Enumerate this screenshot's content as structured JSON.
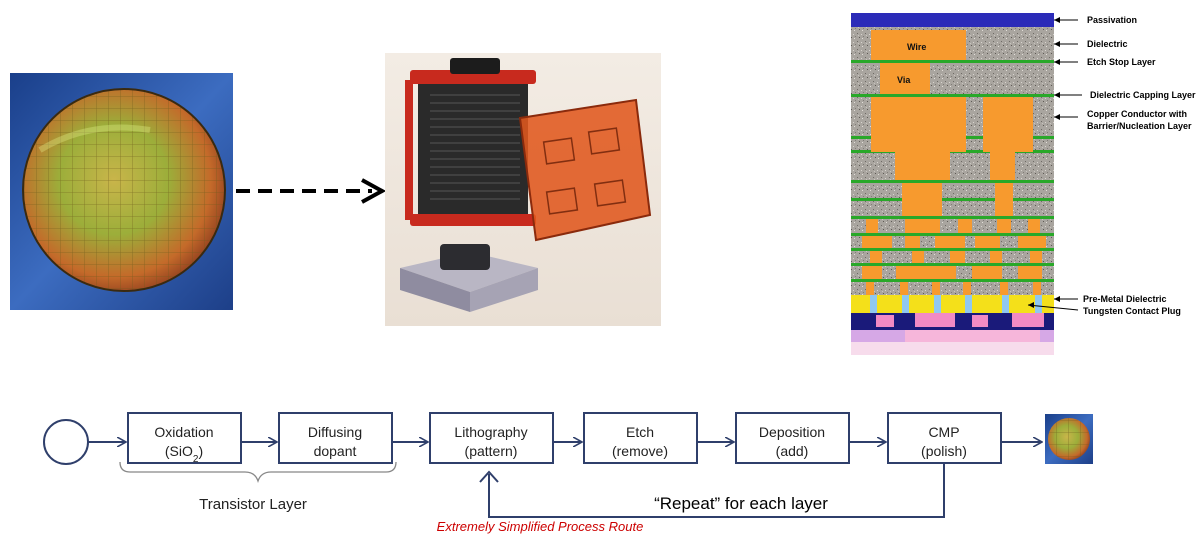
{
  "process_steps": [
    {
      "line1": "Oxidation",
      "line2_main": "(SiO",
      "line2_sub": "2",
      "line2_end": ")"
    },
    {
      "line1": "Diffusing",
      "line2": "dopant"
    },
    {
      "line1": "Lithography",
      "line2": "(pattern)"
    },
    {
      "line1": "Etch",
      "line2": "(remove)"
    },
    {
      "line1": "Deposition",
      "line2": "(add)"
    },
    {
      "line1": "CMP",
      "line2": "(polish)"
    }
  ],
  "transistor_layer_label": "Transistor Layer",
  "repeat_label": "“Repeat” for each layer",
  "caption": "Extremely Simplified Process Route",
  "layer_labels": {
    "passivation": "Passivation",
    "dielectric": "Dielectric",
    "etch_stop": "Etch Stop Layer",
    "dielectric_capping": "Dielectric Capping Layer",
    "copper_line1": "Copper Conductor with",
    "copper_line2": "Barrier/Nucleation Layer",
    "pre_metal": "Pre-Metal Dielectric",
    "tungsten": "Tungsten Contact Plug",
    "wire": "Wire",
    "via": "Via"
  },
  "colors": {
    "flow_stroke": "#2f3f6b",
    "caption": "#cc0000",
    "copper": "#f79a2e",
    "passivation": "#2b2bb8",
    "etch_stop": "#29a829",
    "dielectric": "#a8a39c"
  }
}
